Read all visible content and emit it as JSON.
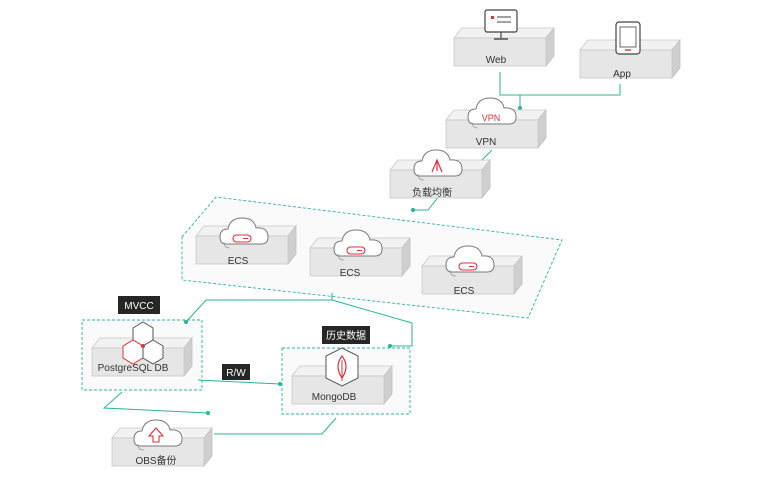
{
  "nodes": {
    "web": {
      "label": "Web"
    },
    "app": {
      "label": "App"
    },
    "vpn": {
      "label": "VPN",
      "icon_text": "VPN"
    },
    "lb": {
      "label": "负载均衡"
    },
    "ecs1": {
      "label": "ECS"
    },
    "ecs2": {
      "label": "ECS"
    },
    "ecs3": {
      "label": "ECS"
    },
    "postgres": {
      "label": "PostgreSQL DB"
    },
    "mongo": {
      "label": "MongoDB"
    },
    "obs": {
      "label": "OBS备份"
    }
  },
  "tags": {
    "mvcc": "MVCC",
    "history": "历史数据",
    "rw": "R/W"
  },
  "colors": {
    "connector": "#2bb59a",
    "accent": "#e0303a",
    "box_top": "#f0f0f0",
    "box_side": "#d5d5d5",
    "tag_bg": "#262626"
  },
  "icons": {
    "web": "monitor-icon",
    "app": "tablet-icon",
    "vpn": "cloud-vpn-icon",
    "lb": "cloud-load-balancer-icon",
    "ecs": "cloud-server-icon",
    "postgres": "hexagon-cluster-icon",
    "mongo": "leaf-icon",
    "obs": "cloud-upload-icon"
  }
}
